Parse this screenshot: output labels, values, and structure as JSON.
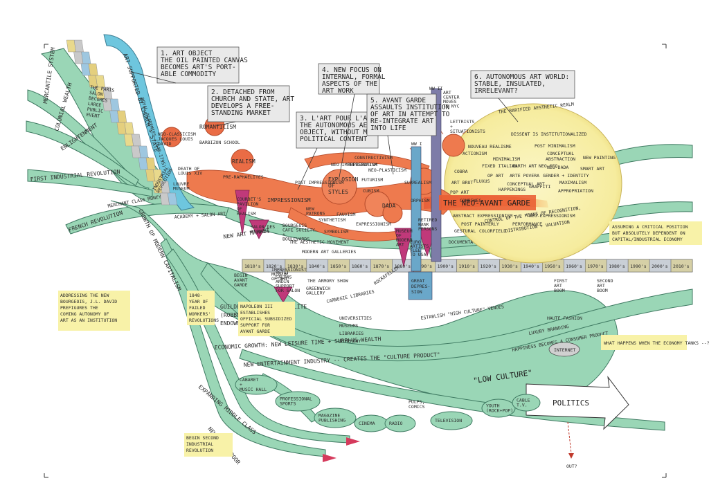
{
  "left_labels": {
    "mercantile": "MERCANTILE SYSTEM",
    "colonial": "COLONIAL WEALTH",
    "enlightenment": "ENLIGHTENMENT",
    "first_industrial": "FIRST INDUSTRIAL REVOLUTION",
    "french_revolution": "FRENCH REVOLUTION"
  },
  "band": {
    "church_state": "ART SUPPORTED BY CHURCH + STATE",
    "royal_academies": "ROYAL ACADEMIES (1648-1795)",
    "salon": [
      "THE PARIS",
      "SALON",
      "BECOMES",
      "LARGE",
      "PUBLIC",
      "EVENT"
    ],
    "merchant_money": "MERCHANT CLASS MONEY",
    "academy_salon": "ACADEMY + SALON ART",
    "neo_classicism": [
      "NEO-CLASSICISM",
      "JACQUES LOUIS",
      "DAVID"
    ],
    "romanticism": "ROMANTICISM",
    "barbizon": "BARBIZON SCHOOL",
    "realism": "REALISM",
    "pre_raphaelites": "PRE-RAPHAELITES",
    "courbet": [
      "COURBET'S",
      "PAVILION",
      "OF",
      "REALISM"
    ],
    "salon_refuses": [
      "SALON DES",
      "REFUSÉS"
    ]
  },
  "numbered": {
    "n1": [
      "1.  ART OBJECT",
      "THE OIL PAINTED CANVAS",
      "BECOMES ART'S PORT-",
      "ABLE COMMODITY"
    ],
    "n2": [
      "2. DETACHED FROM",
      "CHURCH AND STATE, ART",
      "DEVELOPS A FREE-",
      "STANDING MARKET"
    ],
    "n3": [
      "3. L'ART POUR L'ART",
      "THE AUTONOMOUS AESTHETIC",
      "OBJECT, WITHOUT MORAL OR",
      "POLITICAL CONTENT"
    ],
    "n4": [
      "4. NEW FOCUS ON",
      "INTERNAL, FORMAL",
      "ASPECTS OF THE",
      "ART WORK"
    ],
    "n5": [
      "5. AVANT GARDE",
      "ASSAULTS INSTITUTION",
      "OF ART IN ATTEMPT TO",
      "RE-INTEGRATE ART",
      "INTO LIFE"
    ],
    "n6": [
      "6. AUTONOMOUS ART WORLD:",
      "STABLE, INSULATED,",
      "IRRELEVANT?"
    ]
  },
  "styles": {
    "impressionism": "IMPRESSIONISM",
    "post_impressionism": "POST IMPRESSIONISM",
    "neo_impressionism": "NEO-IMPRESSIONISM",
    "constructivism": "CONSTRUCTIVISM",
    "suprematism": "SUPREMATISM",
    "neo_plasticism": "NEO-PLASTICISM",
    "futurism": "FUTURISM",
    "cubism": "CUBISM",
    "explosion": [
      "EXPLOSION",
      "OF",
      "STYLES"
    ],
    "fauvism": "FAUVISM",
    "synthetism": "SYNTHETISM",
    "expressionism": "EXPRESSIONISM",
    "symbolism": "SYMBOLISM",
    "aesthetic": "THE AESTHETIC MOVEMENT",
    "dada": "DADA",
    "surrealism": "SURREALISM",
    "orphism": "ORPHISM",
    "neo_avant": "THE NEO-AVANT GARDE",
    "ww1": "WW I",
    "ww2": "WW II",
    "art_center": [
      "ART",
      "CENTER",
      "MOVES",
      "TO NYC"
    ],
    "lettrists": [
      "LETTRISTS",
      "+",
      "SITUATIONISTS"
    ],
    "museum_modern": [
      "MUSEUM",
      "OF",
      "MODERN",
      "ART"
    ],
    "retired_bank": [
      "RETIRED",
      "BANK",
      "PERSONS"
    ],
    "new_patrons": [
      "NEW",
      "PATRONS"
    ],
    "bourgeois": [
      "BOURGEOIS",
      "CAFE SOCIETY",
      "+",
      "BOULEVARDS"
    ]
  },
  "autonomous": {
    "rarified": "THE RARIFIED AESTHETIC REALM",
    "dissent": "DISSENT IS INSTITUTIONALIZED",
    "assuming": [
      "ASSUMING A CRITICAL POSITION",
      "BUT ABSOLUTELY DEPENDENT ON",
      "CAPITAL/INDUSTRIAL ECONOMY"
    ],
    "control": [
      "CONTROL OF THE MEANS OF RECOGNITION,",
      "DISTRIBUTION + VALUATION"
    ],
    "documenta": "DOCUMENTA",
    "terms": [
      "NOUVEAU REALISME",
      "POST MINIMALISM",
      "ACTIONISM",
      "MINIMALISM",
      "CONCEPTUAL",
      "ABSTRACTION",
      "NEW PAINTING",
      "FIXED ITALIAN",
      "EARTH ART",
      "NEO-GEO",
      "SMART ART",
      "COBRA",
      "OP ART",
      "ARTE POVERA",
      "GENDER + IDENTITY",
      "ART BRUT",
      "FLUXUS",
      "CONCEPTUAL ART",
      "MAXIMALISM",
      "POP ART",
      "COMBINES",
      "HAPPENINGS",
      "GRAFFITI",
      "APPROPRIATION",
      "ABSTRACT EXPRESSIONISM",
      "NEO-EXPRESSIONISM",
      "POST PAINTERLY",
      "PERFORMANCE",
      "GESTURAL",
      "COLORFIELD",
      "NEO-DADA"
    ]
  },
  "timeline": {
    "years": [
      "1810's",
      "1820's",
      "1830's",
      "1840's",
      "1850's",
      "1860's",
      "1870's",
      "1880's",
      "1890's",
      "1900's",
      "1910's",
      "1920's",
      "1930's",
      "1940's",
      "1950's",
      "1960's",
      "1970's",
      "1980's",
      "1990's",
      "2000's",
      "2010's"
    ],
    "first_art_boom": [
      "FIRST",
      "ART",
      "BOOM"
    ],
    "second_art_boom": [
      "SECOND",
      "ART",
      "BOOM"
    ],
    "great_depression": [
      "GREAT",
      "DEPRES-",
      "SION"
    ],
    "new_art_market": "NEW ART MARKET",
    "modern_galleries": "MODERN ART GALLERIES",
    "euro_artists": [
      "EURO",
      "ARTISTS",
      "FLEE",
      "TO USA"
    ],
    "begin_avant": [
      "BEGIN",
      "AVANT",
      "GARDE"
    ],
    "the_armory": "THE ARMORY SHOW",
    "petit_salons": [
      "PETIT",
      "SALONS",
      "ANDIN",
      "SUPPORT",
      "FOR SALON"
    ]
  },
  "economy": {
    "growth_capitalism": "GROWTH OF MODERN CAPITALISM",
    "gilded_age": [
      "GUILDED AGE ECONOMIC ELITE",
      "(ROBBER BARONS)",
      "ENDOWMENTS FOR"
    ],
    "carnegie": "CARNEGIE LIBRARIES",
    "rockefeller": "ROCKEFELLER",
    "endowments": [
      "UNIVERSITIES",
      "MUSEUMS",
      "LIBRARIES",
      "SYMPHONY"
    ],
    "establish": "ESTABLISH \"HIGH CULTURE\" VENUES",
    "economic_growth": "ECONOMIC GROWTH: NEW LEISURE TIME + SURPLUS WEALTH",
    "entertainment": "NEW ENTERTAINMENT INDUSTRY -- CREATES THE \"CULTURE PRODUCT\"",
    "happiness": "HAPPINESS BECOMES A CONSUMER PRODUCT",
    "haute": "HAUTE FASHION",
    "luxury": "LUXURY BRANDING",
    "low_culture": "\"LOW CULTURE\"",
    "what_happens": "WHAT HAPPENS WHEN THE ECONOMY TANKS --?",
    "internet": "INTERNET",
    "politics": "POLITICS",
    "out": "OUT?",
    "expanding": "EXPANDING MIDDLE CLASS",
    "urban_poor": "NEW URBAN POOR",
    "pulps": [
      "PULPS,",
      "COMICS"
    ],
    "outlets": [
      [
        "CABARET",
        "+",
        "MUSIC HALL"
      ],
      [
        "PROFESSIONAL",
        "SPORTS"
      ],
      [
        "MAGAZINE",
        "PUBLISHING"
      ],
      [
        "CINEMA"
      ],
      [
        "RADIO"
      ],
      [
        "TELEVISION"
      ],
      [
        "YOUTH",
        "(ROCK+POP)"
      ],
      [
        "CABLE",
        "T.V."
      ]
    ]
  },
  "notes": {
    "david": [
      "ADDRESSING THE NEW",
      "BOURGEOIS, J.L. DAVID",
      "PREFIGURES THE",
      "COMING AUTONOMY OF",
      "ART AS AN INSTITUTION"
    ],
    "napoleon": [
      "NAPOLEON III",
      "ESTABLISHES",
      "OFFICIAL SUBSIDIZED",
      "SUPPORT FOR",
      "AVANT GARDE"
    ],
    "workers": [
      "1848-",
      "YEAR OF",
      "FAILED",
      "WORKERS'",
      "REVOLUTIONS"
    ],
    "second_industrial": [
      "BEGIN SECOND",
      "INDUSTRIAL",
      "REVOLUTION"
    ],
    "impressionist_museum": [
      "IMPRESSIONIST",
      "MUSEUM",
      "OF ART"
    ],
    "greenwich": [
      "GREENWICH",
      "GALLERY"
    ],
    "death": [
      "DEATH OF",
      "LOUIS XIV"
    ],
    "louvre": [
      "LOUVRE",
      "MUSEUM"
    ],
    "industrial_revolution": [
      "INDUSTRIAL",
      "REVOLUTION"
    ]
  }
}
